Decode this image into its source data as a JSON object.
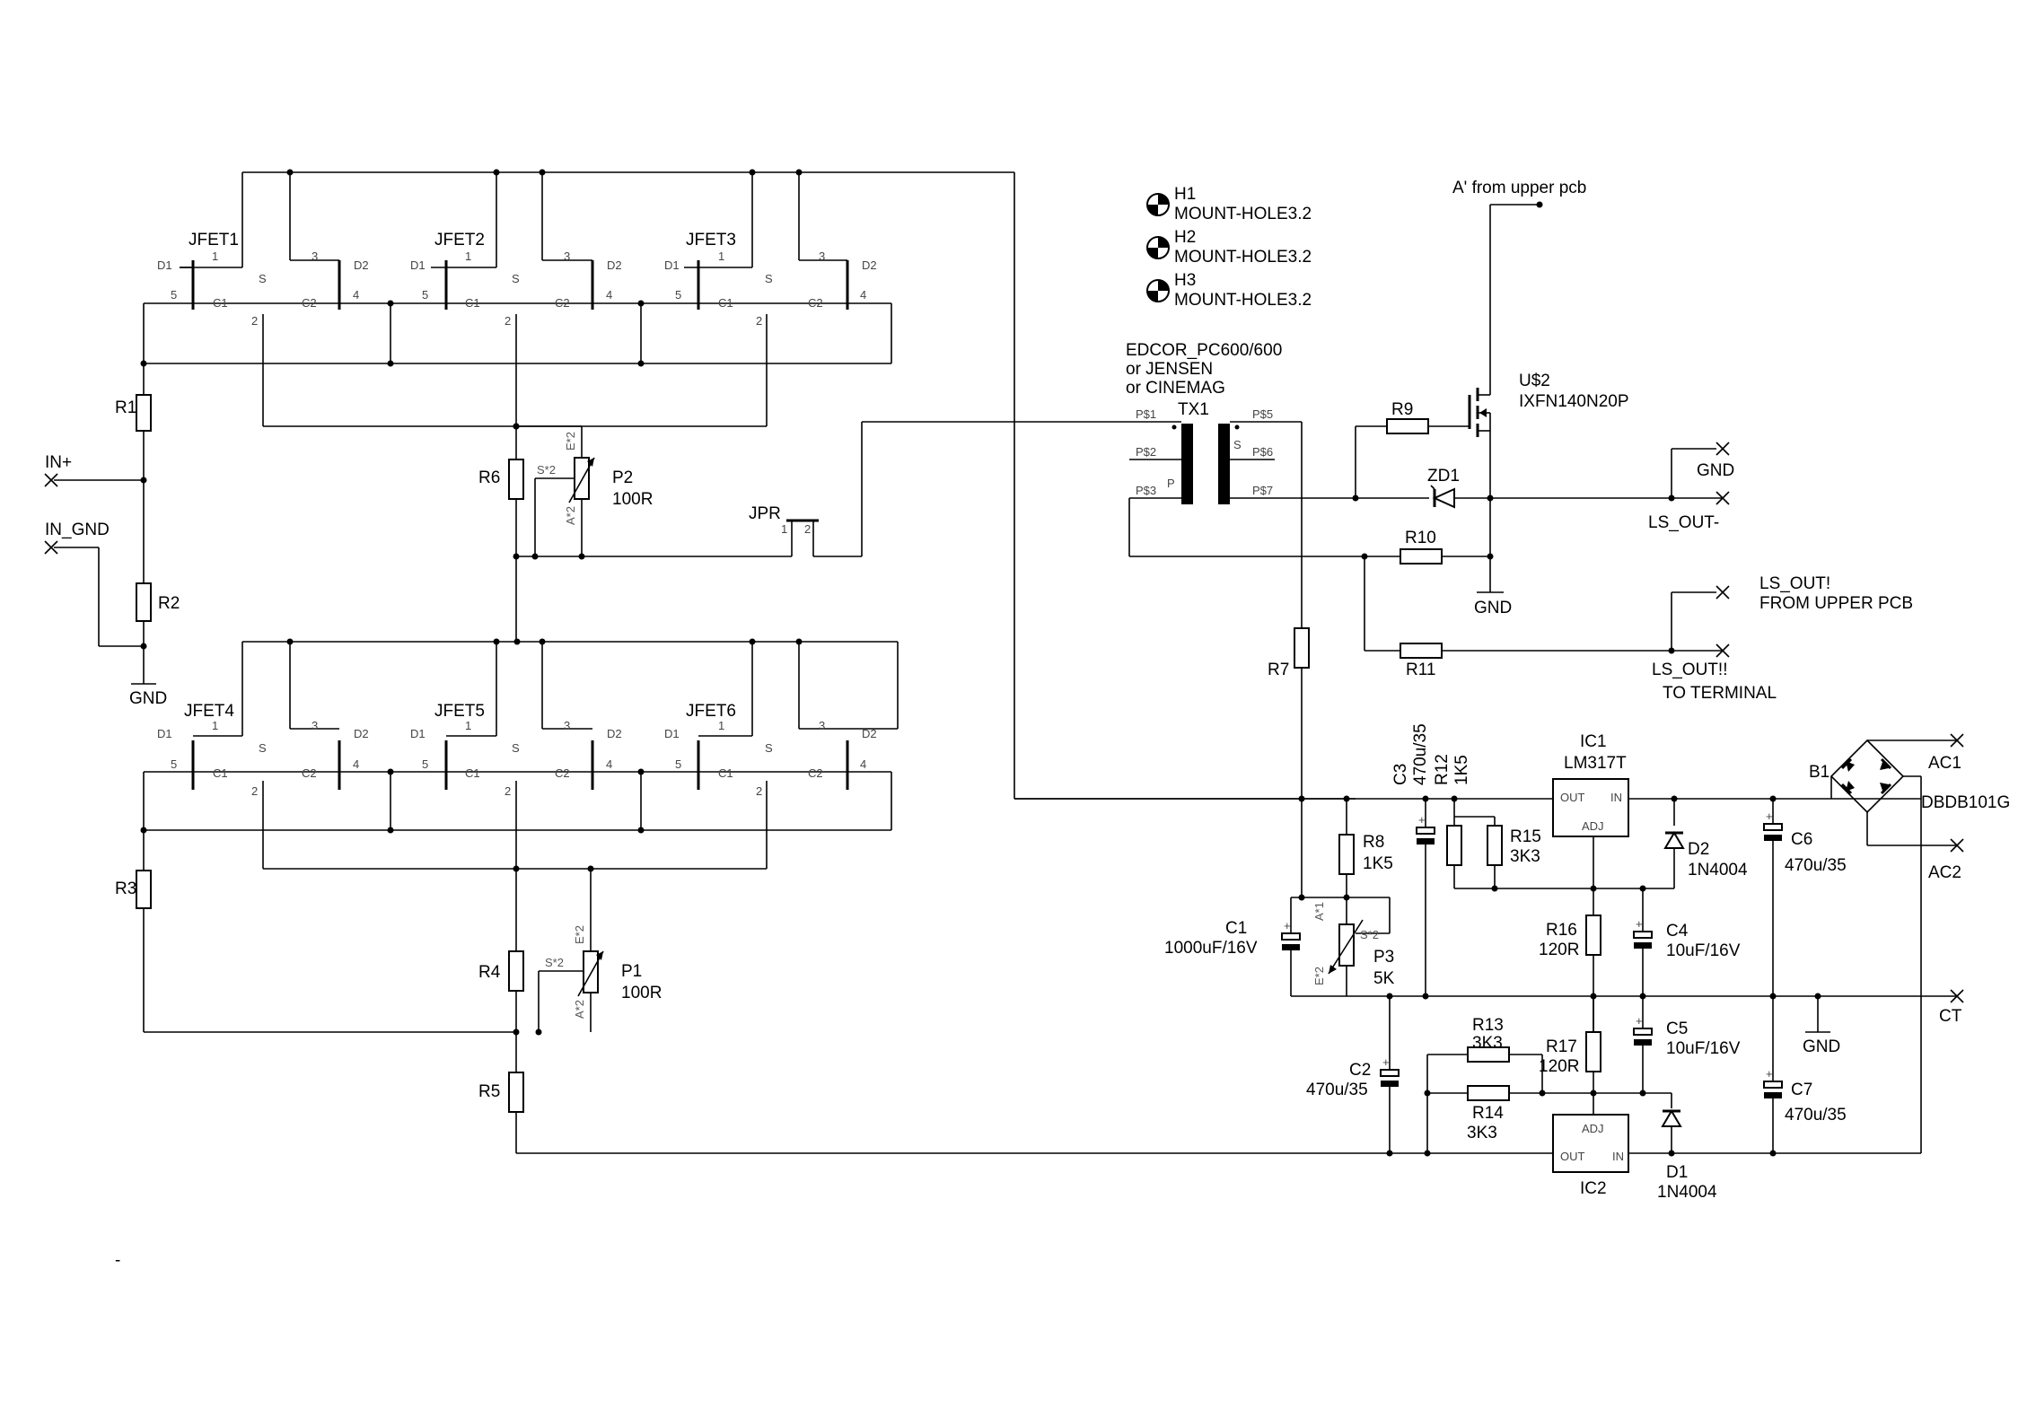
{
  "schematic": {
    "jfets": [
      {
        "name": "JFET1",
        "pin_labels": [
          "D1",
          "1",
          "3",
          "D2",
          "5",
          "C1",
          "S",
          "C2",
          "4",
          "2"
        ]
      },
      {
        "name": "JFET2",
        "pin_labels": [
          "D1",
          "1",
          "3",
          "D2",
          "5",
          "C1",
          "S",
          "C2",
          "4",
          "2"
        ]
      },
      {
        "name": "JFET3",
        "pin_labels": [
          "D1",
          "1",
          "3",
          "D2",
          "5",
          "C1",
          "S",
          "C2",
          "4",
          "2"
        ]
      },
      {
        "name": "JFET4",
        "pin_labels": [
          "D1",
          "1",
          "3",
          "D2",
          "5",
          "C1",
          "S",
          "C2",
          "4",
          "2"
        ]
      },
      {
        "name": "JFET5",
        "pin_labels": [
          "D1",
          "1",
          "3",
          "D2",
          "5",
          "C1",
          "S",
          "C2",
          "4",
          "2"
        ]
      },
      {
        "name": "JFET6",
        "pin_labels": [
          "D1",
          "1",
          "3",
          "D2",
          "5",
          "C1",
          "S",
          "C2",
          "4",
          "2"
        ]
      }
    ],
    "resistors": {
      "R1": "R1",
      "R2": "R2",
      "R3": "R3",
      "R4": "R4",
      "R5": "R5",
      "R6": "R6",
      "R7": "R7",
      "R8": "R8",
      "R8v": "1K5",
      "R9": "R9",
      "R10": "R10",
      "R11": "R11",
      "R12": "R12",
      "R12v": "1K5",
      "R13": "R13",
      "R13v": "3K3",
      "R14": "R14",
      "R14v": "3K3",
      "R15": "R15",
      "R15v": "3K3",
      "R16": "R16",
      "R16v": "120R",
      "R17": "R17",
      "R17v": "120R"
    },
    "pots": {
      "P1": "P1",
      "P1v": "100R",
      "P2": "P2",
      "P2v": "100R",
      "P3": "P3",
      "P3v": "5K",
      "pin_s": "S*2",
      "pin_e": "E*2",
      "pin_a": "A*2",
      "pin_a1": "A*1"
    },
    "caps": {
      "C1": "C1",
      "C1v": "1000uF/16V",
      "C2": "C2",
      "C2v": "470u/35",
      "C3": "C3",
      "C3v": "470u/35",
      "C4": "C4",
      "C4v": "10uF/16V",
      "C5": "C5",
      "C5v": "10uF/16V",
      "C6": "C6",
      "C6v": "470u/35",
      "C7": "C7",
      "C7v": "470u/35",
      "plus": "+"
    },
    "diodes": {
      "D1": "D1",
      "D1v": "1N4004",
      "D2": "D2",
      "D2v": "1N4004",
      "ZD1": "ZD1"
    },
    "regulators": {
      "IC1": "IC1",
      "IC1v": "LM317T",
      "IC2": "IC2",
      "out": "OUT",
      "in": "IN",
      "adj": "ADJ"
    },
    "bridge": {
      "name": "B1",
      "value": "DBDB101G"
    },
    "mosfet": {
      "name": "U$2",
      "value": "IXFN140N20P"
    },
    "transformer": {
      "name": "TX1",
      "desc": [
        "EDCOR_PC600/600",
        "or JENSEN",
        "or CINEMAG"
      ],
      "pins": [
        "P$1",
        "P$2",
        "P$3",
        "P$5",
        "P$6",
        "P$7"
      ],
      "side_p": "P",
      "side_s": "S"
    },
    "jumper": {
      "name": "JPR",
      "pin1": "1",
      "pin2": "2"
    },
    "mount_holes": [
      {
        "name": "H1",
        "value": "MOUNT-HOLE3.2"
      },
      {
        "name": "H2",
        "value": "MOUNT-HOLE3.2"
      },
      {
        "name": "H3",
        "value": "MOUNT-HOLE3.2"
      }
    ],
    "terminals": {
      "in_plus": "IN+",
      "in_gnd": "IN_GND",
      "gnd": "GND",
      "ls_out_minus": "LS_OUT-",
      "ls_out_upper": "LS_OUT!",
      "from_upper": "FROM UPPER PCB",
      "ls_out_term": "LS_OUT!!",
      "to_terminal": "TO TERMINAL",
      "ac1": "AC1",
      "ac2": "AC2",
      "ct": "CT",
      "a_from_upper": "A' from upper pcb"
    },
    "footer_mark": "-"
  }
}
